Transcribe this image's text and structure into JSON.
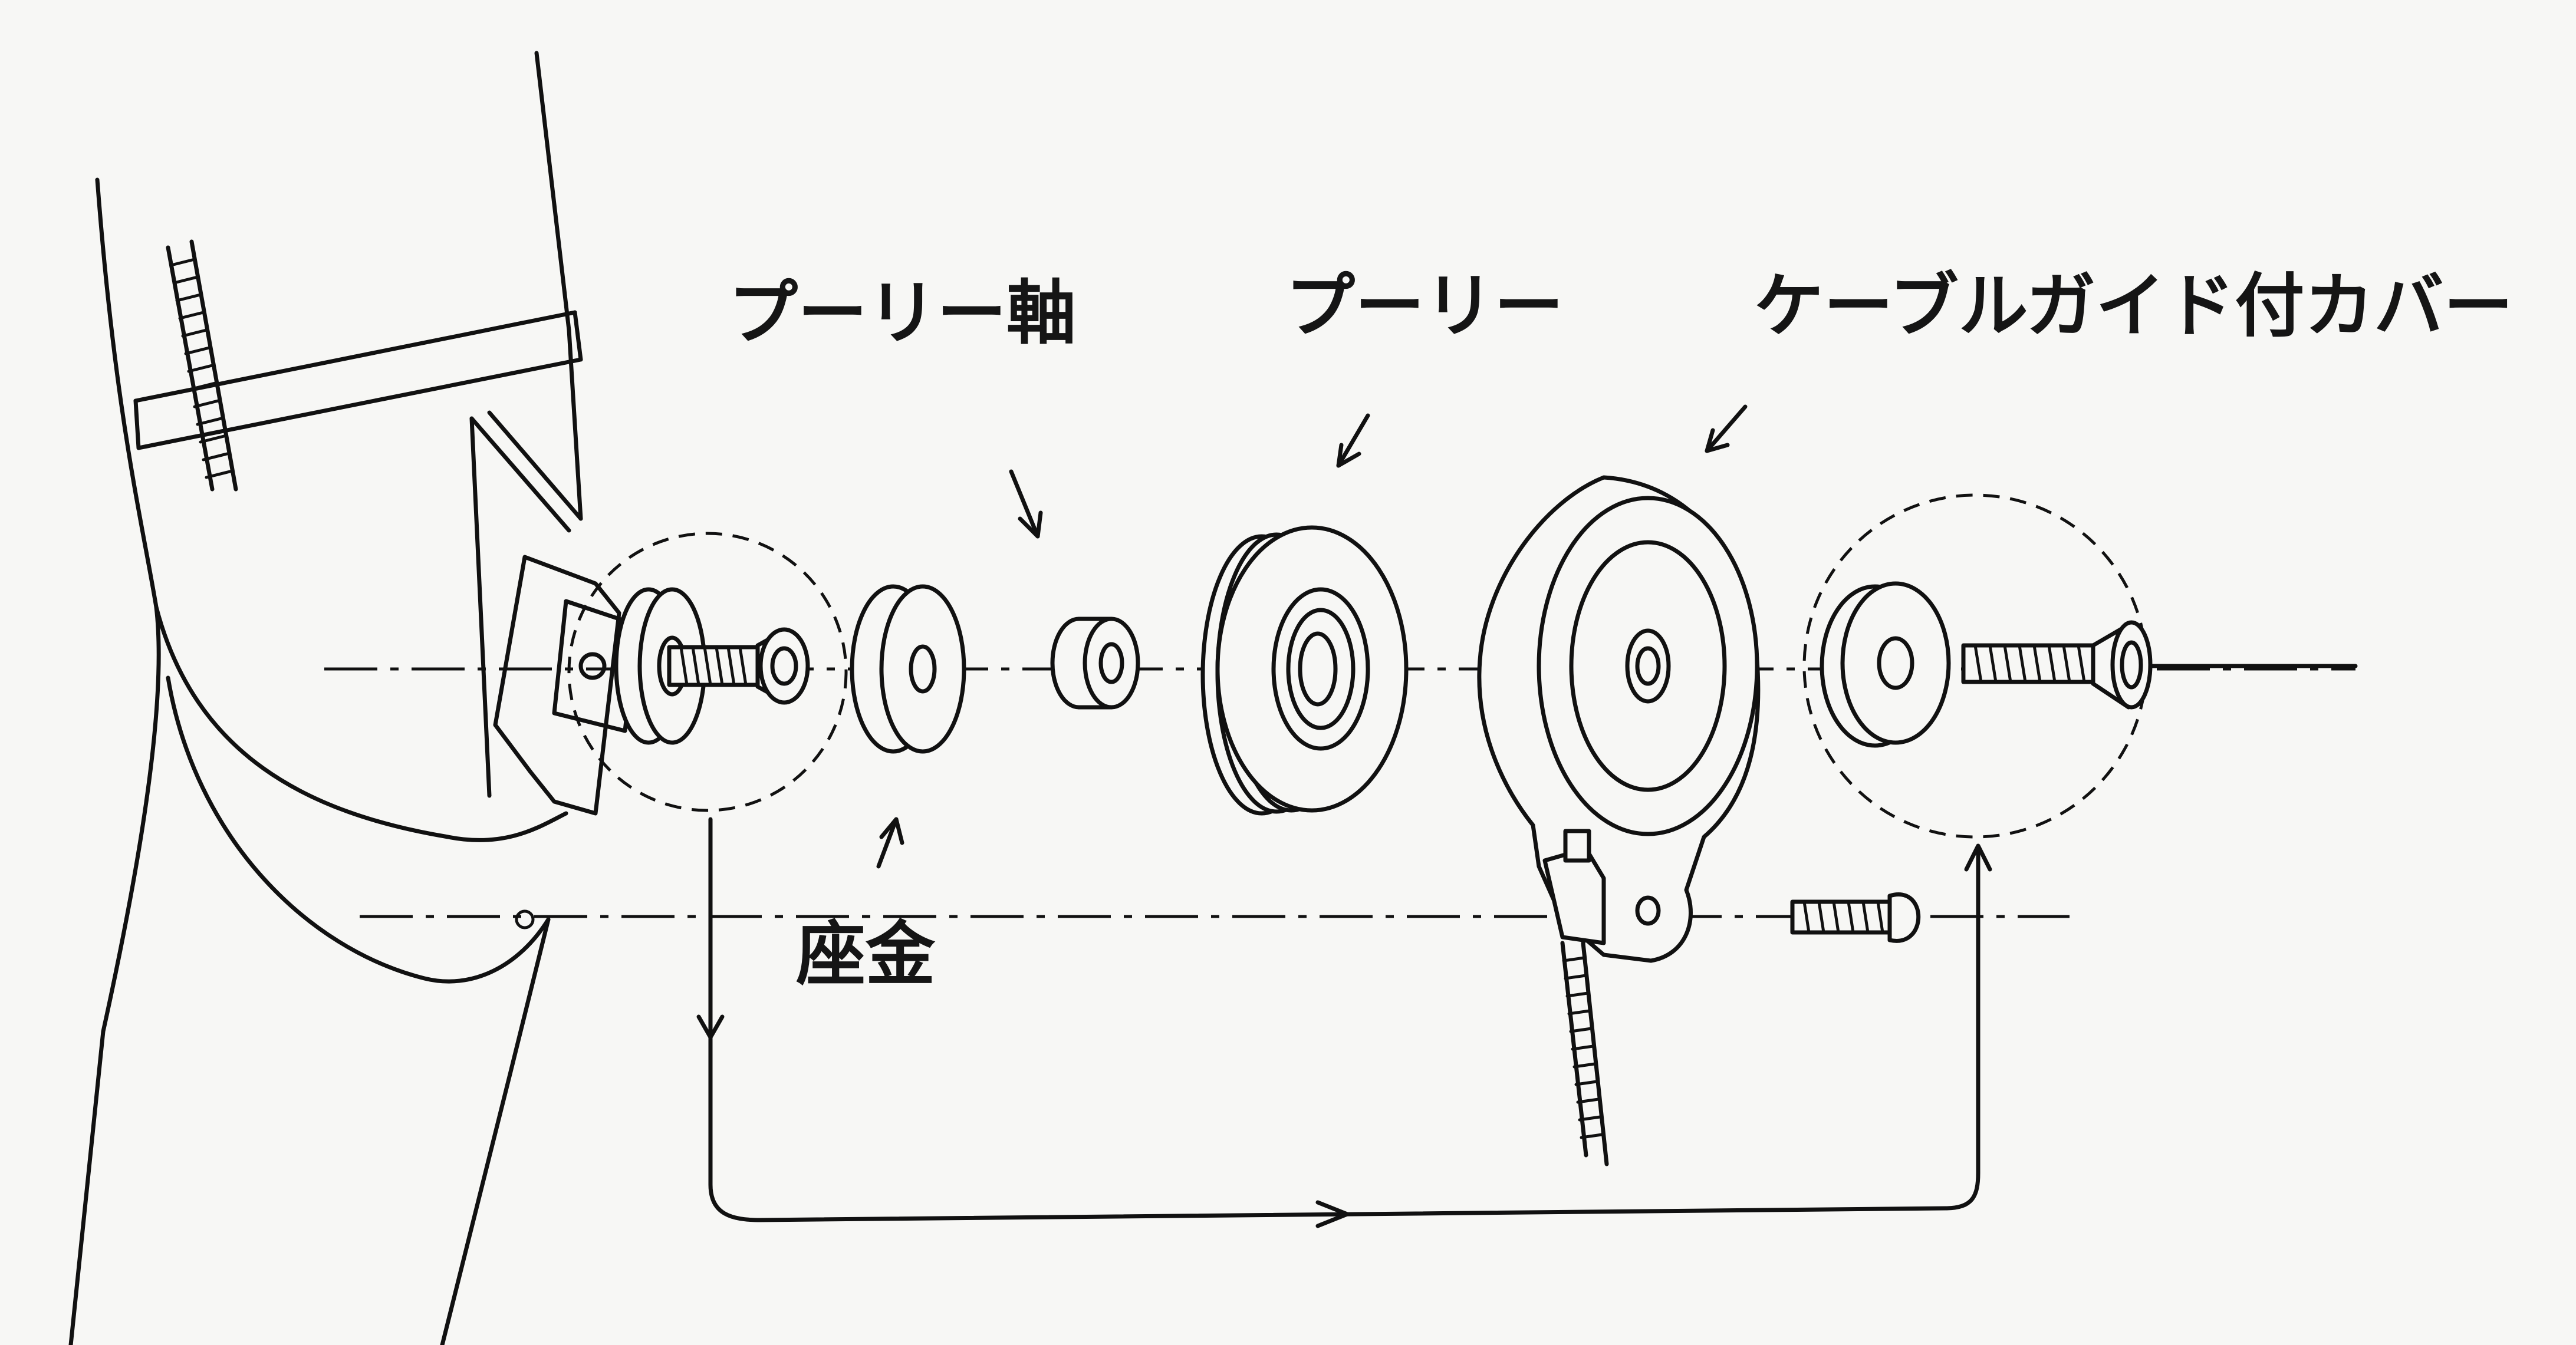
{
  "labels": {
    "pulley_axle": "プーリー軸",
    "pulley": "プーリー",
    "cable_guide_cover": "ケーブルガイド付カバー",
    "washer": "座金"
  },
  "colors": {
    "paper": "#f7f7f5",
    "ink": "#111111"
  }
}
